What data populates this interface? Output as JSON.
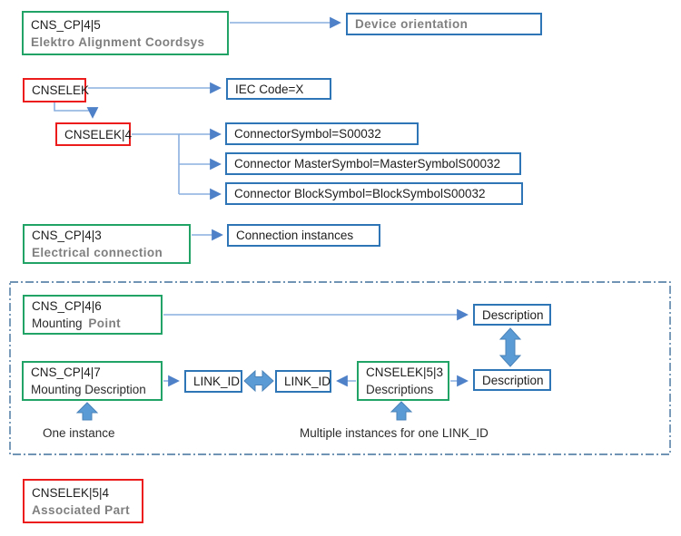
{
  "colors": {
    "green_border": "#21A366",
    "red_border": "#EC1C1C",
    "blue_border": "#2E75B6",
    "connector_line": "#8AAFDF",
    "arrowhead": "#4E81C8",
    "block_arrow_fill": "#5B9BD5",
    "dashed_container_border": "#41719C",
    "gray_text": "#7F7F7F",
    "dark_text": "#1D1D1D"
  },
  "nodes": {
    "coordsys": {
      "line1": "CNS_CP|4|5",
      "line2": "Elektro Alignment Coordsys"
    },
    "device_orientation": {
      "label": "Device orientation"
    },
    "cnselek": {
      "label": "CNSELEK"
    },
    "iec_code": {
      "label": "IEC Code=X"
    },
    "cnselek4": {
      "label": "CNSELEK|4"
    },
    "connector_symbol": {
      "label": "ConnectorSymbol=S00032"
    },
    "connector_master_symbol": {
      "label": "Connector MasterSymbol=MasterSymbolS00032"
    },
    "connector_block_symbol": {
      "label": "Connector BlockSymbol=BlockSymbolS00032"
    },
    "electrical_connection": {
      "line1": "CNS_CP|4|3",
      "line2": "Electrical connection"
    },
    "connection_instances": {
      "label": "Connection instances"
    },
    "mounting_point": {
      "line1": "CNS_CP|4|6",
      "line2_dark": "Mounting",
      "line2_gray": "Point"
    },
    "description_top": {
      "label": "Description"
    },
    "mounting_description": {
      "line1": "CNS_CP|4|7",
      "line2": "Mounting Description"
    },
    "link_id_left": {
      "label": "LINK_ID"
    },
    "link_id_right": {
      "label": "LINK_ID"
    },
    "cnselek53": {
      "line1": "CNSELEK|5|3",
      "line2": "Descriptions"
    },
    "description_bottom": {
      "label": "Description"
    },
    "associated_part": {
      "line1": "CNSELEK|5|4",
      "line2": "Associated Part"
    }
  },
  "annotations": {
    "one_instance": "One instance",
    "multiple_instances": "Multiple instances for one LINK_ID"
  }
}
